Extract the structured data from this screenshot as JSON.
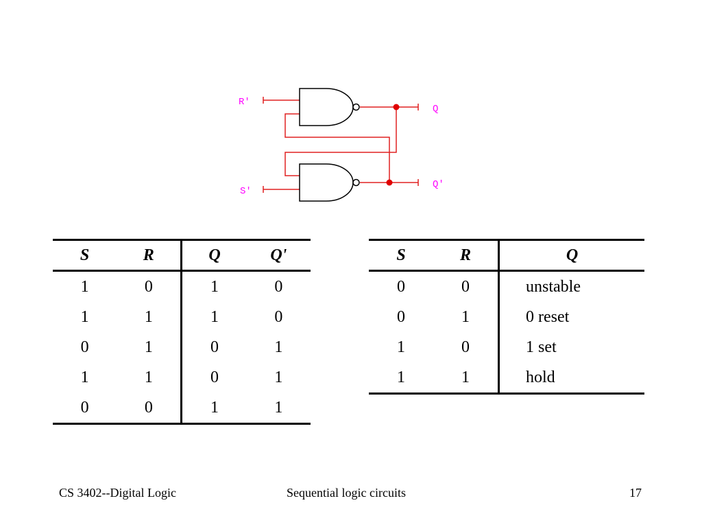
{
  "circuit": {
    "labels": {
      "r_prime": "R'",
      "s_prime": "S'",
      "q": "Q",
      "q_prime": "Q'"
    },
    "colors": {
      "wire": "#e02020",
      "label": "#ff00ff",
      "junction": "#e00000",
      "gate": "#000000"
    }
  },
  "table1": {
    "headers": [
      "S",
      "R",
      "Q",
      "Q'"
    ],
    "rows": [
      [
        "1",
        "0",
        "1",
        "0"
      ],
      [
        "1",
        "1",
        "1",
        "0"
      ],
      [
        "0",
        "1",
        "0",
        "1"
      ],
      [
        "1",
        "1",
        "0",
        "1"
      ],
      [
        "0",
        "0",
        "1",
        "1"
      ]
    ]
  },
  "table2": {
    "headers": [
      "S",
      "R",
      "Q"
    ],
    "rows": [
      [
        "0",
        "0",
        "unstable"
      ],
      [
        "0",
        "1",
        "0 reset"
      ],
      [
        "1",
        "0",
        "1 set"
      ],
      [
        "1",
        "1",
        "hold"
      ]
    ]
  },
  "footer": {
    "course": "CS 3402--Digital Logic",
    "topic": "Sequential logic circuits",
    "page": "17"
  }
}
